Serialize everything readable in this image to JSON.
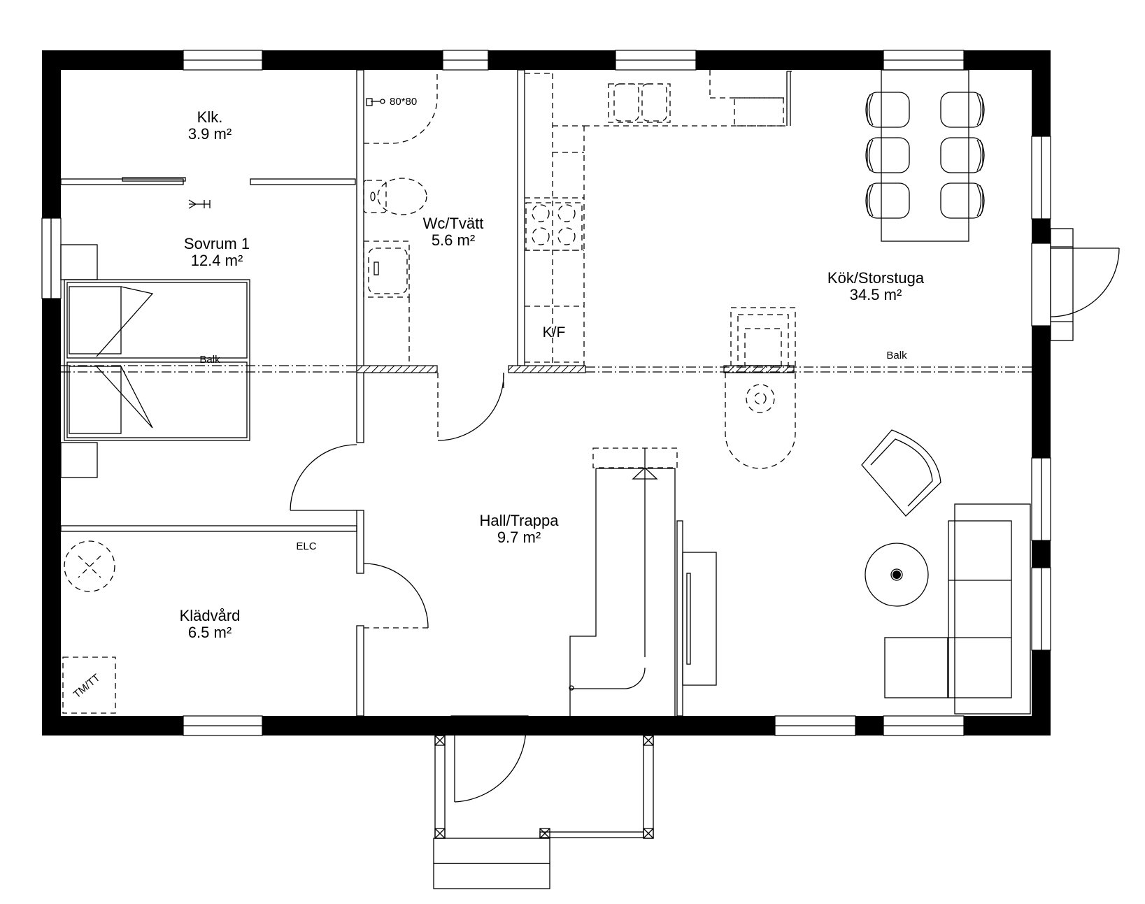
{
  "rooms": {
    "klk": {
      "name": "Klk.",
      "area": "3.9 m²"
    },
    "sovrum1": {
      "name": "Sovrum 1",
      "area": "12.4 m²"
    },
    "wc": {
      "name": "Wc/Tvätt",
      "area": "5.6 m²"
    },
    "kok": {
      "name": "Kök/Storstuga",
      "area": "34.5 m²"
    },
    "hall": {
      "name": "Hall/Trappa",
      "area": "9.7 m²"
    },
    "kladvard": {
      "name": "Klädvård",
      "area": "6.5 m²"
    }
  },
  "labels": {
    "shower": "80*80",
    "fridge": "K/F",
    "beam_left": "Balk",
    "beam_right": "Balk",
    "elc": "ELC",
    "tmtt": "TM/TT"
  }
}
